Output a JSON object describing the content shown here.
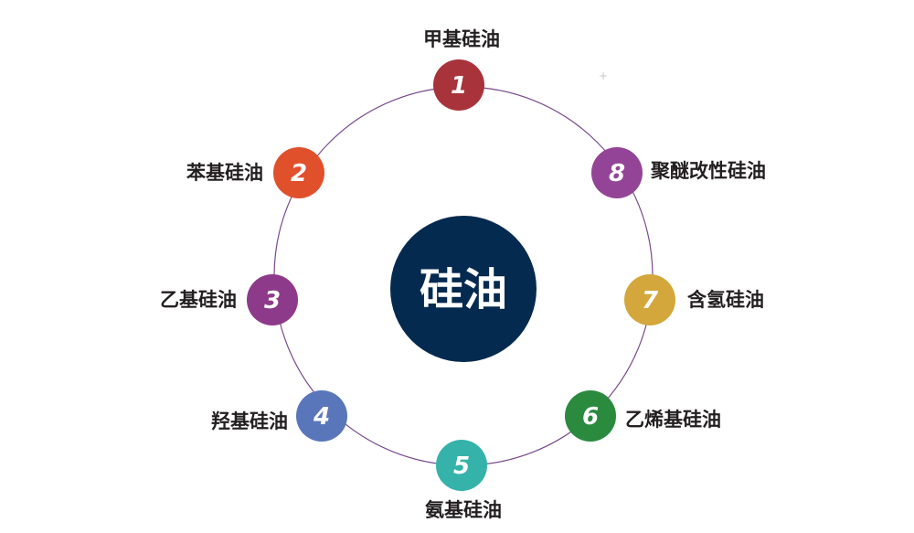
{
  "center": {
    "label": "硅油",
    "color": "#052a4f"
  },
  "ring_color": "#7a4a8c",
  "nodes": [
    {
      "number": "1",
      "label": "甲基硅油",
      "color": "#a8333b"
    },
    {
      "number": "2",
      "label": "苯基硅油",
      "color": "#e0502b"
    },
    {
      "number": "3",
      "label": "乙基硅油",
      "color": "#8e3a8a"
    },
    {
      "number": "4",
      "label": "羟基硅油",
      "color": "#5a76bb"
    },
    {
      "number": "5",
      "label": "氨基硅油",
      "color": "#35b3aa"
    },
    {
      "number": "6",
      "label": "乙烯基硅油",
      "color": "#2a8a3e"
    },
    {
      "number": "7",
      "label": "含氢硅油",
      "color": "#d3a73b"
    },
    {
      "number": "8",
      "label": "聚醚改性硅油",
      "color": "#944496"
    }
  ],
  "decor": {
    "plus": "+"
  }
}
